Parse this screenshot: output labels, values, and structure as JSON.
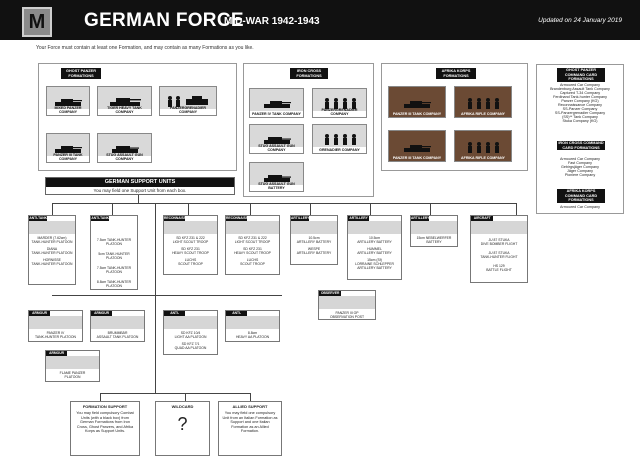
{
  "header": {
    "logo": "M",
    "title": "GERMAN FORCE",
    "subtitle": "MID-WAR 1942-1943",
    "updated": "Updated on 24 January 2019"
  },
  "note": "Your Force must contain at least one Formation, and may contain as many Formations as you like.",
  "groups": [
    {
      "title": "GHOST PANZER FORMATIONS",
      "cards": [
        "MIXED PANZER COMPANY",
        "TIGER HEAVY TANK COMPANY",
        "PANZERGRENADIER COMPANY",
        "PANZER III TANK COMPANY",
        "STUG ASSAULT GUN COMPANY"
      ]
    },
    {
      "title": "IRON CROSS FORMATIONS",
      "cards": [
        "PANZER IV TANK COMPANY",
        "PANZERGRENADIER COMPANY",
        "STUG ASSAULT GUN COMPANY",
        "GRENADIER COMPANY",
        "STUG ASSAULT GUN BATTERY"
      ]
    },
    {
      "title": "AFRIKA KORPS FORMATIONS",
      "cards": [
        "PANZER III TANK COMPANY",
        "AFRIKA RIFLE COMPANY",
        "PANZER III TANK COMPANY",
        "AFRIKA RIFLE COMPANY"
      ]
    }
  ],
  "sidebar": {
    "sections": [
      {
        "title": "GHOST PANZER COMMAND CARD FORMATIONS",
        "items": [
          "Armoured Car Company",
          "Brandenburg Assault Tank Company",
          "Captured T-34 Company",
          "Ferdinand Tank-hunter Company",
          "Panzer Company (KG)",
          "Reconnaissance Company",
          "SS-Panzer Company",
          "SS-Panzergrenadier Company",
          "(SS)** Tank Company",
          "Stuka Company (KG)"
        ]
      },
      {
        "title": "IRON CROSS COMMAND CARD FORMATIONS",
        "items": [
          "Armoured Car Company",
          "Fast Company",
          "Gebirgsjäger Company",
          "Jäger Company",
          "Pioniere Company"
        ]
      },
      {
        "title": "AFRIKA KORPS COMMAND CARD FORMATIONS",
        "items": [
          "Armoured Car Company"
        ]
      }
    ]
  },
  "support": {
    "title": "GERMAN SUPPORT UNITS",
    "text": "You may field one Support Unit from each box."
  },
  "supportBoxes": [
    {
      "type": "ANTI-TANK",
      "lines": [
        "MARDER (7.62cm)",
        "TANK-HUNTER PLATOON",
        "DIANA",
        "TANK-HUNTER PLATOON",
        "HORNISSE",
        "TANK-HUNTER PLATOON"
      ]
    },
    {
      "type": "ANTI-TANK",
      "lines": [
        "7.5cm TANK-HUNTER PLATOON",
        "5cm TANK-HUNTER PLATOON",
        "7.5cm TANK-HUNTER PLATOON",
        "8.8cm TANK-HUNTER PLATOON"
      ]
    },
    {
      "type": "RECONNAISSANCE",
      "lines": [
        "SD KFZ 231 & 222",
        "LIGHT SCOUT TROOP",
        "SD KFZ 231",
        "HEAVY SCOUT TROOP",
        "LUCHS",
        "SCOUT TROOP"
      ]
    },
    {
      "type": "RECONNAISSANCE",
      "lines": [
        "SD KFZ 231 & 222",
        "LIGHT SCOUT TROOP",
        "SD KFZ 231",
        "HEAVY SCOUT TROOP",
        "LUCHS",
        "SCOUT TROOP"
      ]
    },
    {
      "type": "ARTILLERY",
      "lines": [
        "10.5cm",
        "ARTILLERY BATTERY",
        "WESPE",
        "ARTILLERY BATTERY"
      ]
    },
    {
      "type": "ARTILLERY",
      "lines": [
        "10.5cm",
        "ARTILLERY BATTERY",
        "HUMMEL",
        "ARTILLERY BATTERY",
        "15cm (Sf)",
        "LORRAINE SCHLEPPER",
        "ARTILLERY BATTERY"
      ]
    },
    {
      "type": "ARTILLERY",
      "lines": [
        "15cm NEBELWERFER",
        "BATTERY"
      ]
    },
    {
      "type": "AIRCRAFT",
      "lines": [
        "JU 87 STUKA",
        "DIVE BOMBER FLIGHT",
        "JU 87 STUKA",
        "TANK-HUNTER FLIGHT",
        "HS 129",
        "BATTLE FLIGHT"
      ]
    },
    {
      "type": "OBSERVER",
      "lines": [
        "PANZER III OP",
        "OBSERVATION POST"
      ]
    },
    {
      "type": "ARMOUR",
      "lines": [
        "PANZER IV",
        "TANK-HUNTER PLATOON"
      ]
    },
    {
      "type": "ARMOUR",
      "lines": [
        "BRUMMBÄR",
        "ASSAULT TANK PLATOON"
      ]
    },
    {
      "type": "ANTI-AIRCRAFT",
      "lines": [
        "SD KFZ 10/4",
        "LIGHT AA PLATOON",
        "SD KFZ 7/1",
        "QUAD AA PLATOON"
      ]
    },
    {
      "type": "ANTI-AIRCRAFT",
      "lines": [
        "8.8cm",
        "HEAVY AA PLATOON"
      ]
    },
    {
      "type": "ARMOUR",
      "lines": [
        "FLAME PANZER",
        "PLATOON"
      ]
    }
  ],
  "bottom": [
    {
      "title": "FORMATION SUPPORT",
      "text": "You may field compulsory Combat Units (with a black box) from German Formations from Iron Cross, Ghost Panzers, and Afrika Korps as Support Units."
    },
    {
      "title": "WILDCARD",
      "text": "?"
    },
    {
      "title": "ALLIED SUPPORT",
      "text": "You may field one compulsory Unit from an Italian Formation as Support and one Italian Formation as an Allied Formation."
    }
  ]
}
